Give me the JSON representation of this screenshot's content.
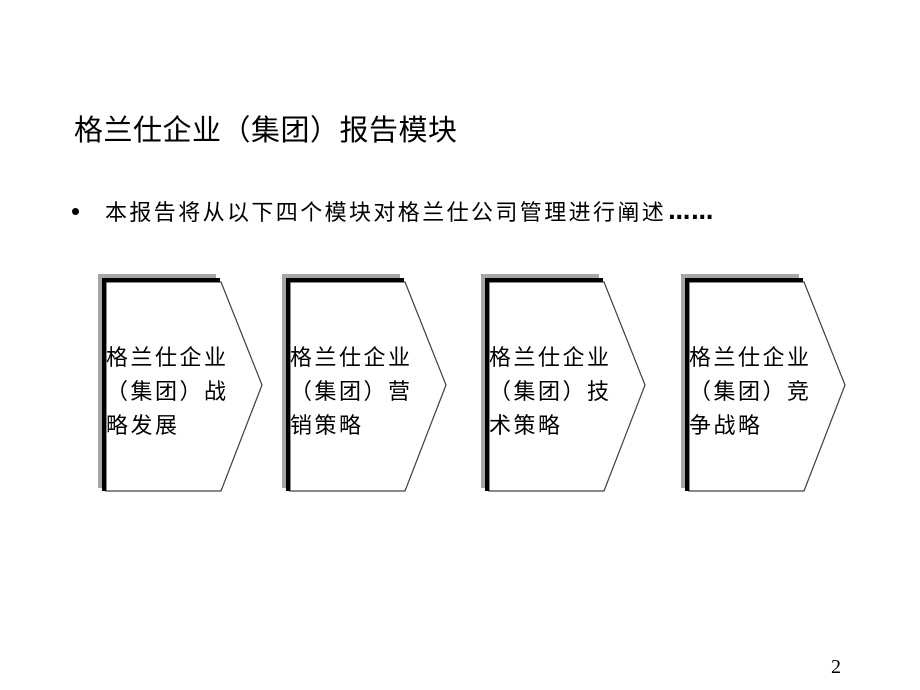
{
  "slide": {
    "title": "格兰仕企业（集团）报告模块",
    "bullet": {
      "text": "本报告将从以下四个模块对格兰仕公司管理进行阐述",
      "ellipsis": "……"
    },
    "modules": [
      {
        "label": "格兰仕企业（集团）战略发展"
      },
      {
        "label": "格兰仕企业（集团）营销策略"
      },
      {
        "label": "格兰仕企业（集团）技术策略"
      },
      {
        "label": "格兰仕企业（集团）竞争战略"
      }
    ],
    "page_number": "2"
  },
  "colors": {
    "text": "#000000",
    "background": "#ffffff",
    "shape_border": "#000000",
    "shape_shadow": "#a6a6a6",
    "shape_outline": "#404040"
  }
}
